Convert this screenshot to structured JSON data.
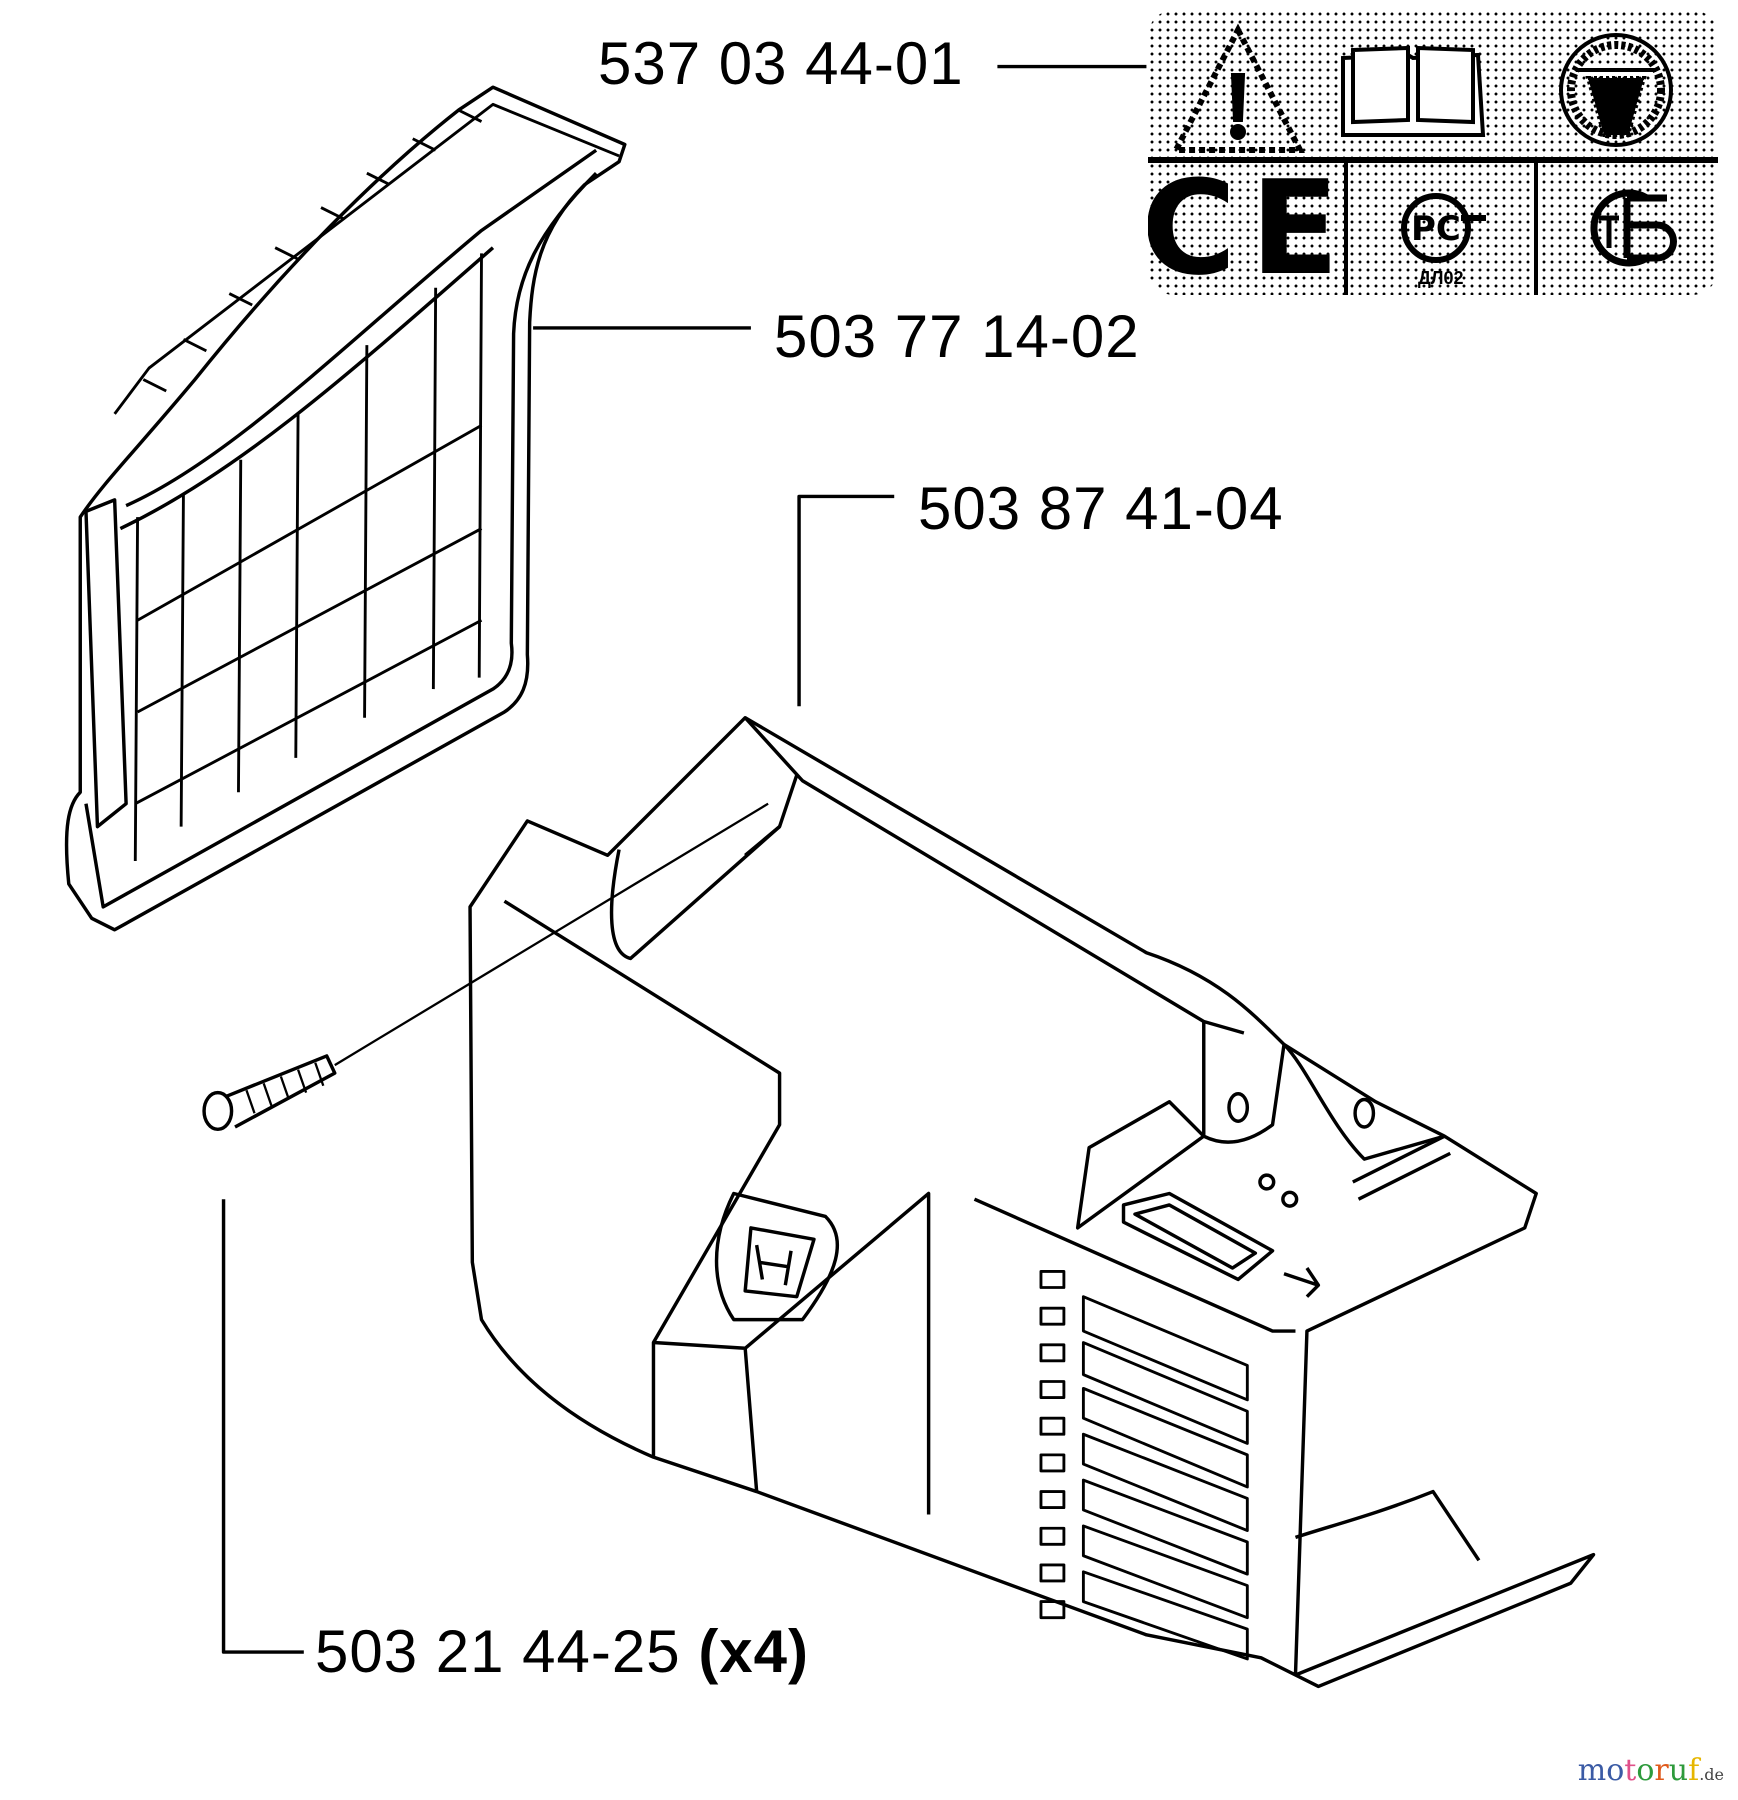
{
  "parts": [
    {
      "number": "537 03 44-01",
      "qty": ""
    },
    {
      "number": "503 77 14-02",
      "qty": ""
    },
    {
      "number": "503 87 41-04",
      "qty": ""
    },
    {
      "number": "503 21 44-25",
      "qty": "(x4)"
    }
  ],
  "label": {
    "icons": [
      "warning-triangle-icon",
      "manual-book-icon",
      "protective-gear-icon",
      "ce-mark-icon",
      "pct-certification-icon",
      "st-certification-icon"
    ],
    "pct_code": "ДЛ02",
    "ce_text": "CE"
  },
  "watermark": {
    "name": "motoruf",
    "tld": ".de",
    "colors": [
      "#3b5ba5",
      "#3b5ba5",
      "#e0508a",
      "#2e9a3c",
      "#e05a1c",
      "#2e9a3c",
      "#e6b600"
    ]
  }
}
